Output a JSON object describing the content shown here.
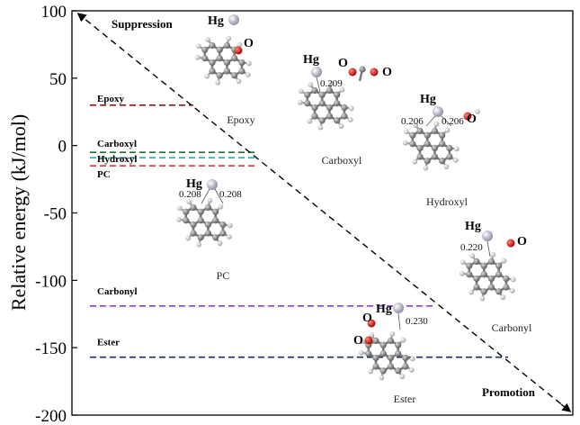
{
  "chart_data": {
    "type": "energy-level diagram",
    "ylabel": "Relative energy (kJ/mol)",
    "ylim": [
      -200,
      100
    ],
    "yticks": [
      "100",
      "50",
      "0",
      "-50",
      "-100",
      "-150",
      "-200"
    ],
    "levels": [
      {
        "name": "Epoxy",
        "value": 30,
        "color": "#8b1a1a"
      },
      {
        "name": "Carboxyl",
        "value": -5,
        "color": "#1f6f2f"
      },
      {
        "name": "Hydroxyl",
        "value": -9,
        "color": "#2aa19a"
      },
      {
        "name": "PC",
        "value": -15,
        "color": "#e0262b"
      },
      {
        "name": "Carbonyl",
        "value": -119,
        "color": "#8a3fd8"
      },
      {
        "name": "Ester",
        "value": -157,
        "color": "#1a2a6b"
      }
    ],
    "corner_labels": {
      "top": "Suppression",
      "bottom": "Promotion"
    },
    "molecules": [
      {
        "name": "Epoxy",
        "hg": "Hg",
        "o": "O"
      },
      {
        "name": "Carboxyl",
        "hg": "Hg",
        "o": "O",
        "distances": [
          "0.209"
        ]
      },
      {
        "name": "Hydroxyl",
        "hg": "Hg",
        "o": "O",
        "distances": [
          "0.206",
          "0.206"
        ]
      },
      {
        "name": "PC",
        "hg": "Hg",
        "distances": [
          "0.208",
          "0.208"
        ]
      },
      {
        "name": "Carbonyl",
        "hg": "Hg",
        "o": "O",
        "distances": [
          "0.220"
        ]
      },
      {
        "name": "Ester",
        "hg": "Hg",
        "o": "O",
        "distances": [
          "0.230"
        ]
      }
    ]
  }
}
